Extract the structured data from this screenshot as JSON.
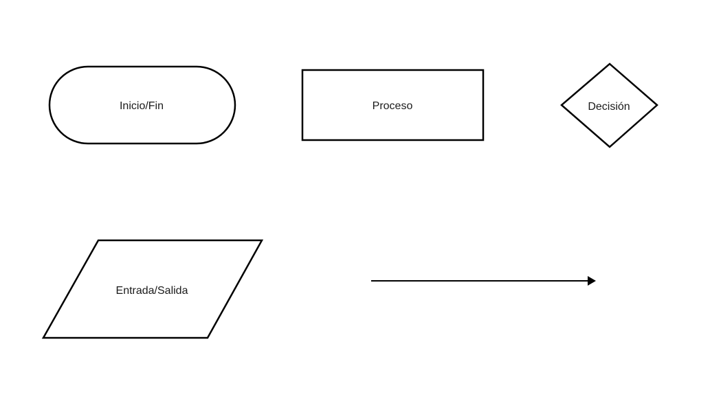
{
  "diagram": {
    "background": "#ffffff",
    "stroke_color": "#000000",
    "text_color": "#1a1a1a",
    "shapes": [
      {
        "id": "terminator",
        "kind": "terminator",
        "label": "Inicio/Fin"
      },
      {
        "id": "process",
        "kind": "process",
        "label": "Proceso"
      },
      {
        "id": "decision",
        "kind": "decision",
        "label": "Decisión"
      },
      {
        "id": "io",
        "kind": "input-output",
        "label": "Entrada/Salida"
      }
    ],
    "connector": {
      "kind": "arrow",
      "direction": "right"
    }
  }
}
